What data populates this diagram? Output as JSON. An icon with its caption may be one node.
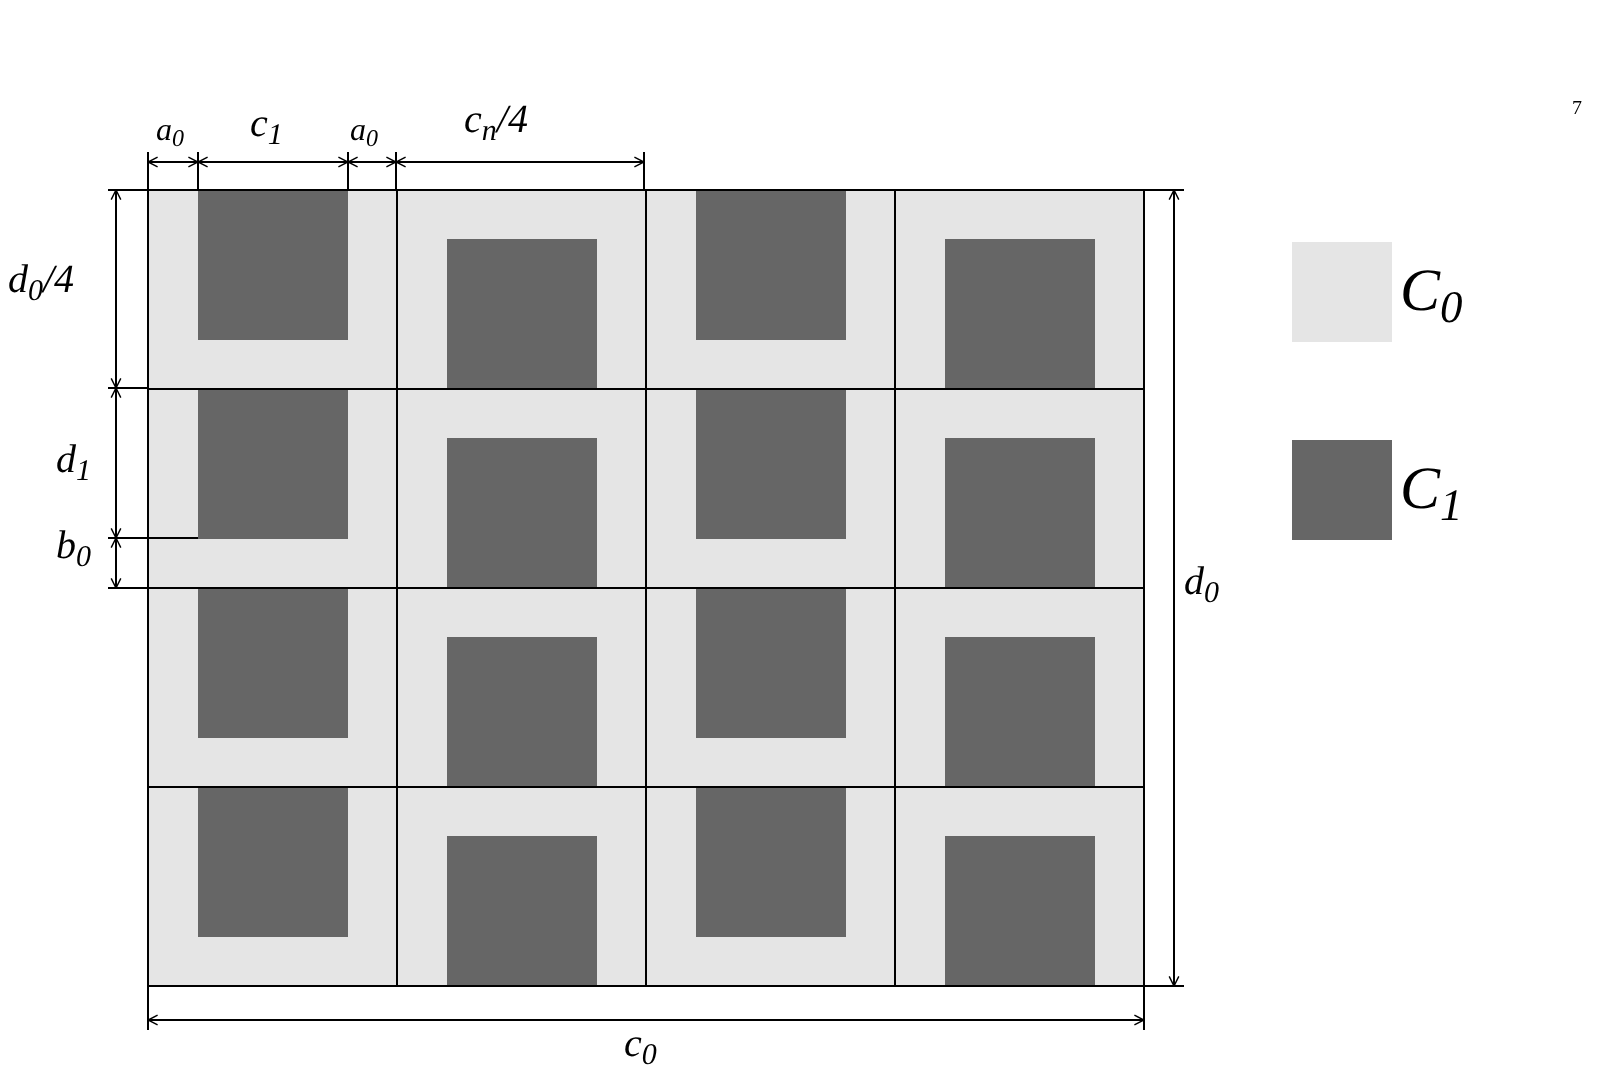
{
  "diagram": {
    "labels": [
      "7",
      "a$_{0}$",
      "c$_{1}$",
      "a$_{0}$",
      "c$_{n}$/4",
      "d$_{0}$/4",
      "d$_{1}$",
      "b$_{0}$",
      "d$_{0}$",
      "c$_{0}$"
    ],
    "legend": [
      {
        "text": "C$_{0}$",
        "color": "#e5e5e5"
      },
      {
        "text": "C$_{1}$",
        "color": "#666666"
      }
    ]
  }
}
